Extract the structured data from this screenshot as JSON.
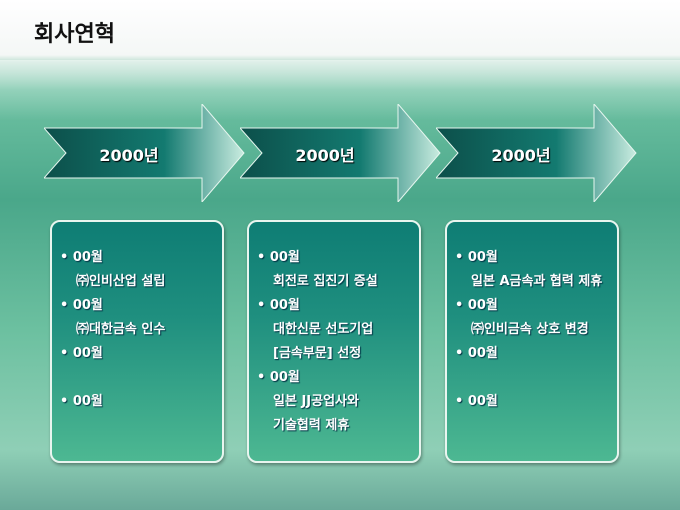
{
  "title": "회사연혁",
  "timeline": [
    {
      "year": "2000년",
      "lines": [
        {
          "t": "• 00월",
          "sub": false
        },
        {
          "t": "㈜인비산업 설립",
          "sub": true
        },
        {
          "t": "• 00월",
          "sub": false
        },
        {
          "t": "㈜대한금속 인수",
          "sub": true
        },
        {
          "t": "• 00월",
          "sub": false
        },
        {
          "t": "",
          "sub": true
        },
        {
          "t": "• 00월",
          "sub": false
        }
      ]
    },
    {
      "year": "2000년",
      "lines": [
        {
          "t": "• 00월",
          "sub": false
        },
        {
          "t": "회전로 집진기 증설",
          "sub": true
        },
        {
          "t": "• 00월",
          "sub": false
        },
        {
          "t": "대한신문 선도기업",
          "sub": true
        },
        {
          "t": "[금속부문] 선정",
          "sub": true
        },
        {
          "t": "• 00월",
          "sub": false
        },
        {
          "t": "일본 JJ공업사와",
          "sub": true
        },
        {
          "t": "기술협력 제휴",
          "sub": true
        }
      ]
    },
    {
      "year": "2000년",
      "lines": [
        {
          "t": "• 00월",
          "sub": false
        },
        {
          "t": "일본 A금속과 협력 제휴",
          "sub": true
        },
        {
          "t": "• 00월",
          "sub": false
        },
        {
          "t": "㈜인비금속 상호 변경",
          "sub": true
        },
        {
          "t": "• 00월",
          "sub": false
        },
        {
          "t": "",
          "sub": true
        },
        {
          "t": "• 00월",
          "sub": false
        }
      ]
    }
  ]
}
